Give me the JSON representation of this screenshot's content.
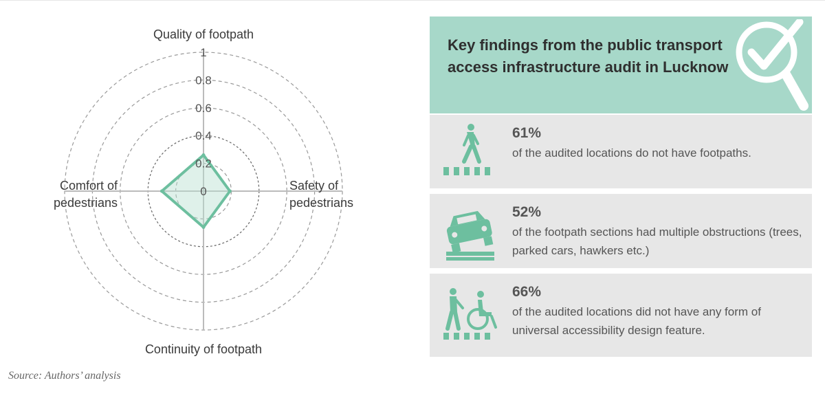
{
  "chart_data": {
    "type": "radar",
    "axes": [
      "Quality of footpath",
      "Safety of pedestrians",
      "Continuity of footpath",
      "Comfort of pedestrians"
    ],
    "axis_labels_display": {
      "top": "Quality of footpath",
      "right": [
        "Safety of",
        "pedestrians"
      ],
      "bottom": "Continuity of footpath",
      "left": [
        "Comfort of",
        "pedestrians"
      ]
    },
    "ticks": [
      "0",
      "0.2",
      "0.4",
      "0.6",
      "0.8",
      "1"
    ],
    "tick_values": [
      0,
      0.2,
      0.4,
      0.6,
      0.8,
      1
    ],
    "range": [
      0,
      1
    ],
    "values": [
      0.26,
      0.19,
      0.26,
      0.3
    ],
    "series_color": "#6dbf9f",
    "fill_color": "#b9e0d1",
    "grid": "dashed circles"
  },
  "source_note": "Source: Authors’ analysis",
  "findings": {
    "title": "Key findings from the public transport access infrastructure audit in Lucknow",
    "header_icon": "magnifier-check-icon",
    "header_bg": "#a7d8c9",
    "card_bg": "#e7e7e7",
    "icon_color": "#6dbf9f",
    "items": [
      {
        "percent": "61%",
        "text": "of the audited locations do not have footpaths.",
        "icon": "pedestrian-crossing-icon"
      },
      {
        "percent": "52%",
        "text": "of the footpath sections had multiple obstructions (trees, parked cars, hawkers etc.)",
        "icon": "car-on-footpath-icon"
      },
      {
        "percent": "66%",
        "text": "of the audited locations did not have any form of universal accessibility design feature.",
        "icon": "pedestrian-wheelchair-icon"
      }
    ]
  }
}
